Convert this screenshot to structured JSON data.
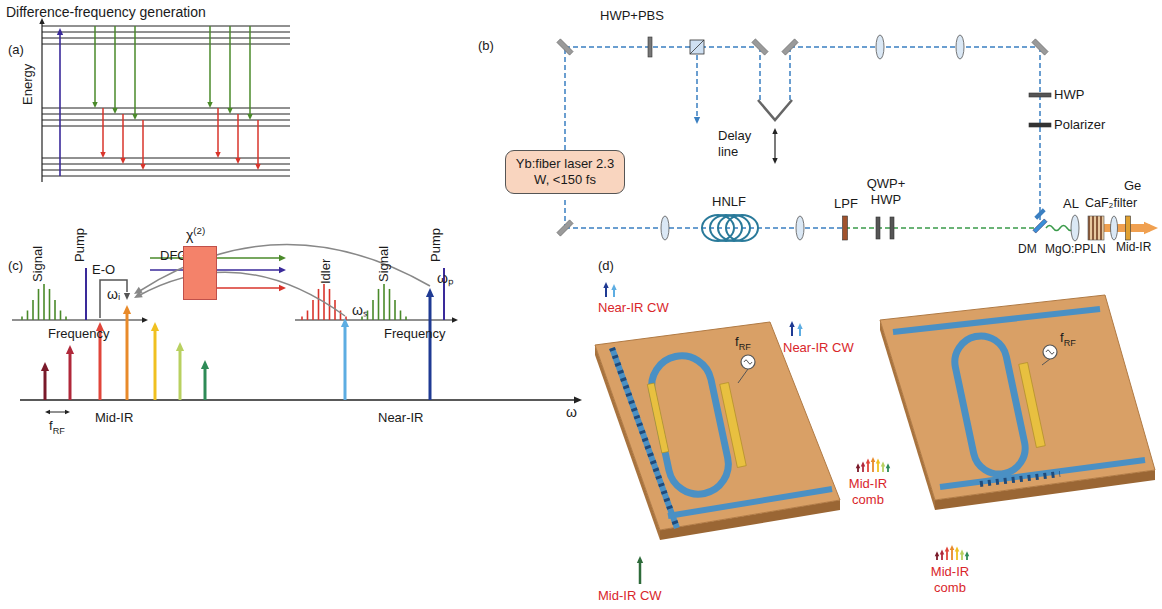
{
  "diagram": {
    "nodes": [
      {
        "text": [
          "Yb:fiber laser 2.3 W, <150 fs"
        ]
      },
      {
        "text": [
          "χ(2)"
        ]
      }
    ],
    "labels": [
      "Difference-frequency generation",
      "(a)",
      "Energy",
      "Signal",
      "Pump",
      "Idler",
      "Signal",
      "Pump",
      "Frequency",
      "Frequency",
      "(b)",
      "HWP+PBS",
      "Delay line",
      "HWP",
      "Polarizer",
      "Ge",
      "HNLF",
      "LPF",
      "QWP+ HWP",
      "DM",
      "AL",
      "MgO:PPLN",
      "CaF₂filter",
      "Mid-IR",
      "(c)",
      "E-O",
      "DFG",
      "ωᵢ",
      "ωₛ",
      "ωₚ",
      "fRF",
      "Mid-IR",
      "Near-IR",
      "ω",
      "(d)",
      "Near-IR CW",
      "fRF",
      "Near-IR CW",
      "fRF",
      "Mid-IR comb",
      "Mid-IR CW",
      "Mid-IR comb"
    ]
  }
}
